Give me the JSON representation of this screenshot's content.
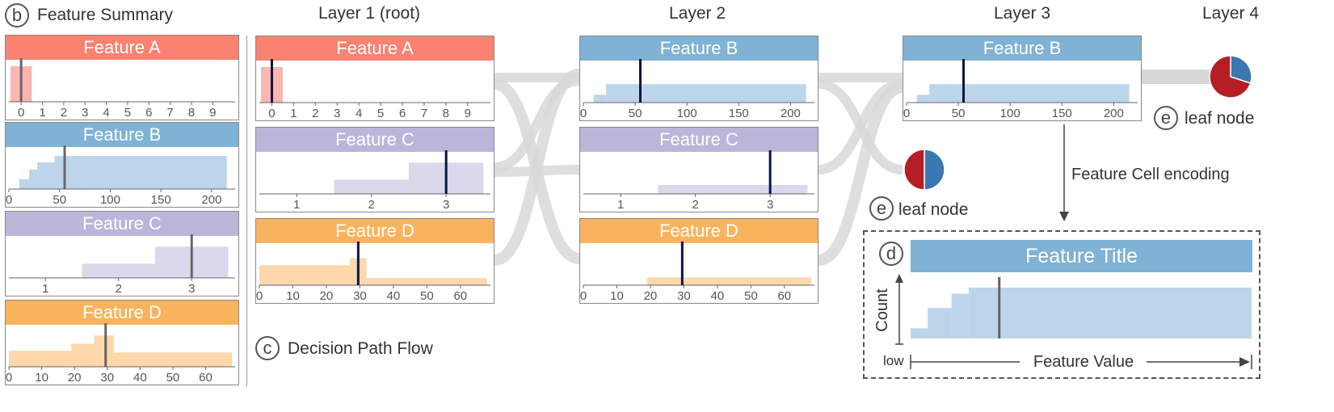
{
  "labels": {
    "b": "b",
    "feature_summary": "Feature Summary",
    "c": "c",
    "decision_path_flow": "Decision Path Flow",
    "d": "d",
    "e": "e",
    "leaf_node": "leaf node",
    "feature_cell_encoding": "Feature Cell encoding",
    "count": "Count",
    "low": "low",
    "feature_value": "Feature Value",
    "feature_title": "Feature Title"
  },
  "layers": [
    "Layer 1 (root)",
    "Layer 2",
    "Layer 3",
    "Layer 4"
  ],
  "colors": {
    "A": {
      "title": "#f98271",
      "fill": "#fab6b0"
    },
    "B": {
      "title": "#7fb2d5",
      "fill": "#bcd5ea"
    },
    "C": {
      "title": "#bbb5d9",
      "fill": "#dcd8ec"
    },
    "D": {
      "title": "#fab35d",
      "fill": "#fcd8ab"
    },
    "flow": "#d8d8d8",
    "marker_summary": "#666666",
    "marker_path": "#0d1442",
    "pie_red": "#b51e25",
    "pie_blue": "#3b77b0"
  },
  "features": {
    "A": {
      "name": "Feature A",
      "ticks": [
        "0",
        "1",
        "2",
        "3",
        "4",
        "5",
        "6",
        "7",
        "8",
        "9"
      ],
      "min": -0.5,
      "max": 9.9,
      "steps": [
        [
          -0.5,
          0.5,
          1.0
        ]
      ],
      "marker": 0
    },
    "B": {
      "name": "Feature B",
      "ticks": [
        "0",
        "50",
        "100",
        "150",
        "200"
      ],
      "tick_values": [
        0,
        50,
        100,
        150,
        200
      ],
      "min": 0,
      "max": 220,
      "steps": [
        [
          10,
          20,
          0.28
        ],
        [
          20,
          28,
          0.55
        ],
        [
          28,
          45,
          0.75
        ],
        [
          45,
          215,
          0.93
        ]
      ],
      "steps_path": [
        [
          10,
          22,
          0.22
        ],
        [
          22,
          215,
          0.52
        ]
      ],
      "marker": 55
    },
    "C": {
      "name": "Feature C",
      "ticks": [
        "1",
        "2",
        "3"
      ],
      "tick_values": [
        1,
        2,
        3
      ],
      "min": 0.5,
      "max": 3.55,
      "steps": [
        [
          1.5,
          2.5,
          0.4
        ],
        [
          2.5,
          3.5,
          0.88
        ]
      ],
      "marker": 3
    },
    "D": {
      "name": "Feature D",
      "ticks": [
        "0",
        "10",
        "20",
        "30",
        "40",
        "50",
        "60"
      ],
      "tick_values": [
        0,
        10,
        20,
        30,
        40,
        50,
        60
      ],
      "min": 0,
      "max": 68,
      "steps": [
        [
          0,
          19,
          0.45
        ],
        [
          19,
          26,
          0.65
        ],
        [
          26,
          32,
          0.88
        ],
        [
          32,
          68,
          0.4
        ]
      ],
      "steps_l1": [
        [
          0,
          27,
          0.56
        ],
        [
          27,
          32,
          0.76
        ],
        [
          32,
          68,
          0.2
        ]
      ],
      "steps_l2": [
        [
          19,
          68,
          0.22
        ]
      ],
      "marker": 29.5
    }
  },
  "legend_cell": {
    "steps": [
      [
        0,
        5,
        0.2
      ],
      [
        5,
        12,
        0.6
      ],
      [
        12,
        17,
        0.88
      ],
      [
        17,
        100,
        1.0
      ]
    ],
    "marker": 26
  },
  "pies": {
    "layer2_leaf": {
      "red": 0.5,
      "blue": 0.5
    },
    "layer4_leaf": {
      "red": 0.7,
      "blue": 0.3
    }
  }
}
